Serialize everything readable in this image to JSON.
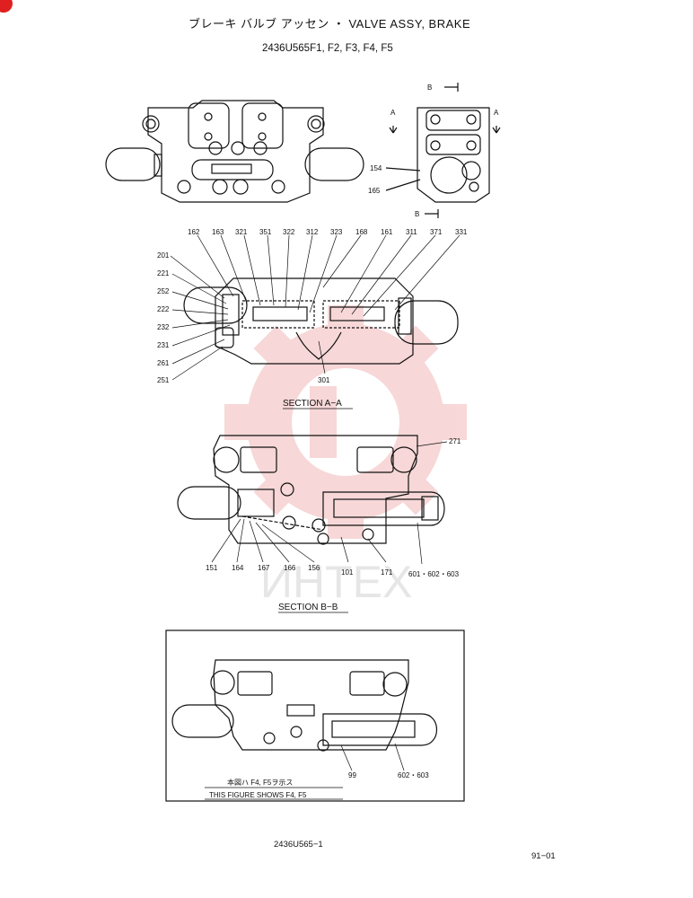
{
  "header": {
    "title": "ブレーキ バルブ アッセン ・ VALVE ASSY, BRAKE",
    "subtitle": "2436U565F1, F2, F3, F4, F5"
  },
  "side_view": {
    "section_marks": [
      "B",
      "B",
      "A",
      "A"
    ],
    "callouts": [
      "154",
      "165"
    ]
  },
  "section_a": {
    "caption": "SECTION A−A",
    "callouts": [
      "162",
      "163",
      "321",
      "351",
      "322",
      "312",
      "323",
      "168",
      "161",
      "311",
      "371",
      "331",
      "201",
      "221",
      "252",
      "222",
      "232",
      "231",
      "261",
      "251",
      "301"
    ]
  },
  "section_b": {
    "caption": "SECTION B−B",
    "callouts": [
      "271",
      "151",
      "164",
      "167",
      "166",
      "156",
      "101",
      "171",
      "601・602・603"
    ]
  },
  "inset": {
    "callouts": [
      "99",
      "602・603"
    ],
    "note_jp": "本図ハ F4, F5ヲ示ス",
    "note_en": "THIS FIGURE SHOWS F4, F5"
  },
  "footer": {
    "drawing_number": "2436U565−1",
    "page_number": "91−01"
  },
  "watermark": {
    "text": "ИНТЕХ",
    "color": "#f2b8b8"
  }
}
